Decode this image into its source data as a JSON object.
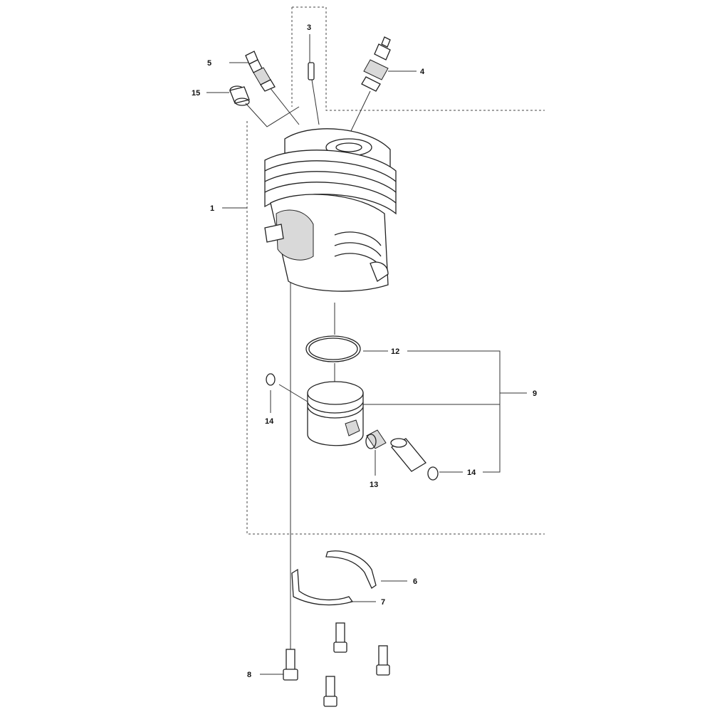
{
  "callouts": [
    {
      "id": "1",
      "text": "1"
    },
    {
      "id": "3",
      "text": "3"
    },
    {
      "id": "4",
      "text": "4"
    },
    {
      "id": "5",
      "text": "5"
    },
    {
      "id": "6",
      "text": "6"
    },
    {
      "id": "7",
      "text": "7"
    },
    {
      "id": "8",
      "text": "8"
    },
    {
      "id": "9",
      "text": "9"
    },
    {
      "id": "12",
      "text": "12"
    },
    {
      "id": "13",
      "text": "13"
    },
    {
      "id": "14a",
      "text": "14"
    },
    {
      "id": "14b",
      "text": "14"
    },
    {
      "id": "15",
      "text": "15"
    }
  ],
  "colors": {
    "ink": "#222222",
    "background": "#ffffff"
  }
}
